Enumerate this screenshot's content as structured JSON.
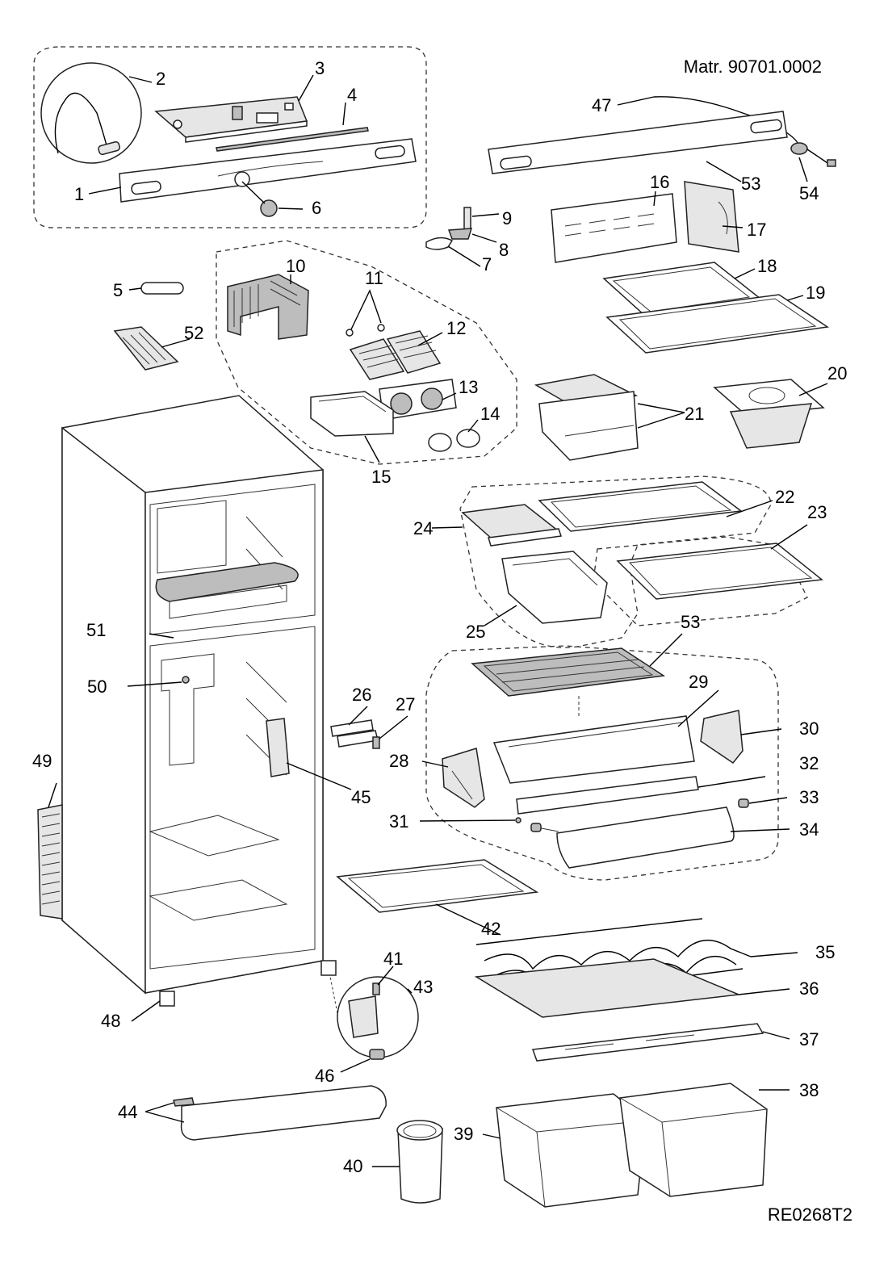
{
  "header": {
    "material_number": "Matr. 90701.0002"
  },
  "footer": {
    "drawing_code": "RE0268T2"
  },
  "callouts": [
    "1",
    "2",
    "3",
    "4",
    "5",
    "6",
    "7",
    "8",
    "9",
    "10",
    "11",
    "12",
    "13",
    "14",
    "15",
    "16",
    "17",
    "18",
    "19",
    "20",
    "21",
    "22",
    "23",
    "24",
    "25",
    "26",
    "27",
    "28",
    "29",
    "30",
    "31",
    "32",
    "33",
    "34",
    "35",
    "36",
    "37",
    "38",
    "39",
    "40",
    "41",
    "42",
    "43",
    "44",
    "45",
    "46",
    "47",
    "48",
    "49",
    "50",
    "51",
    "52",
    "53",
    "53",
    "54"
  ]
}
